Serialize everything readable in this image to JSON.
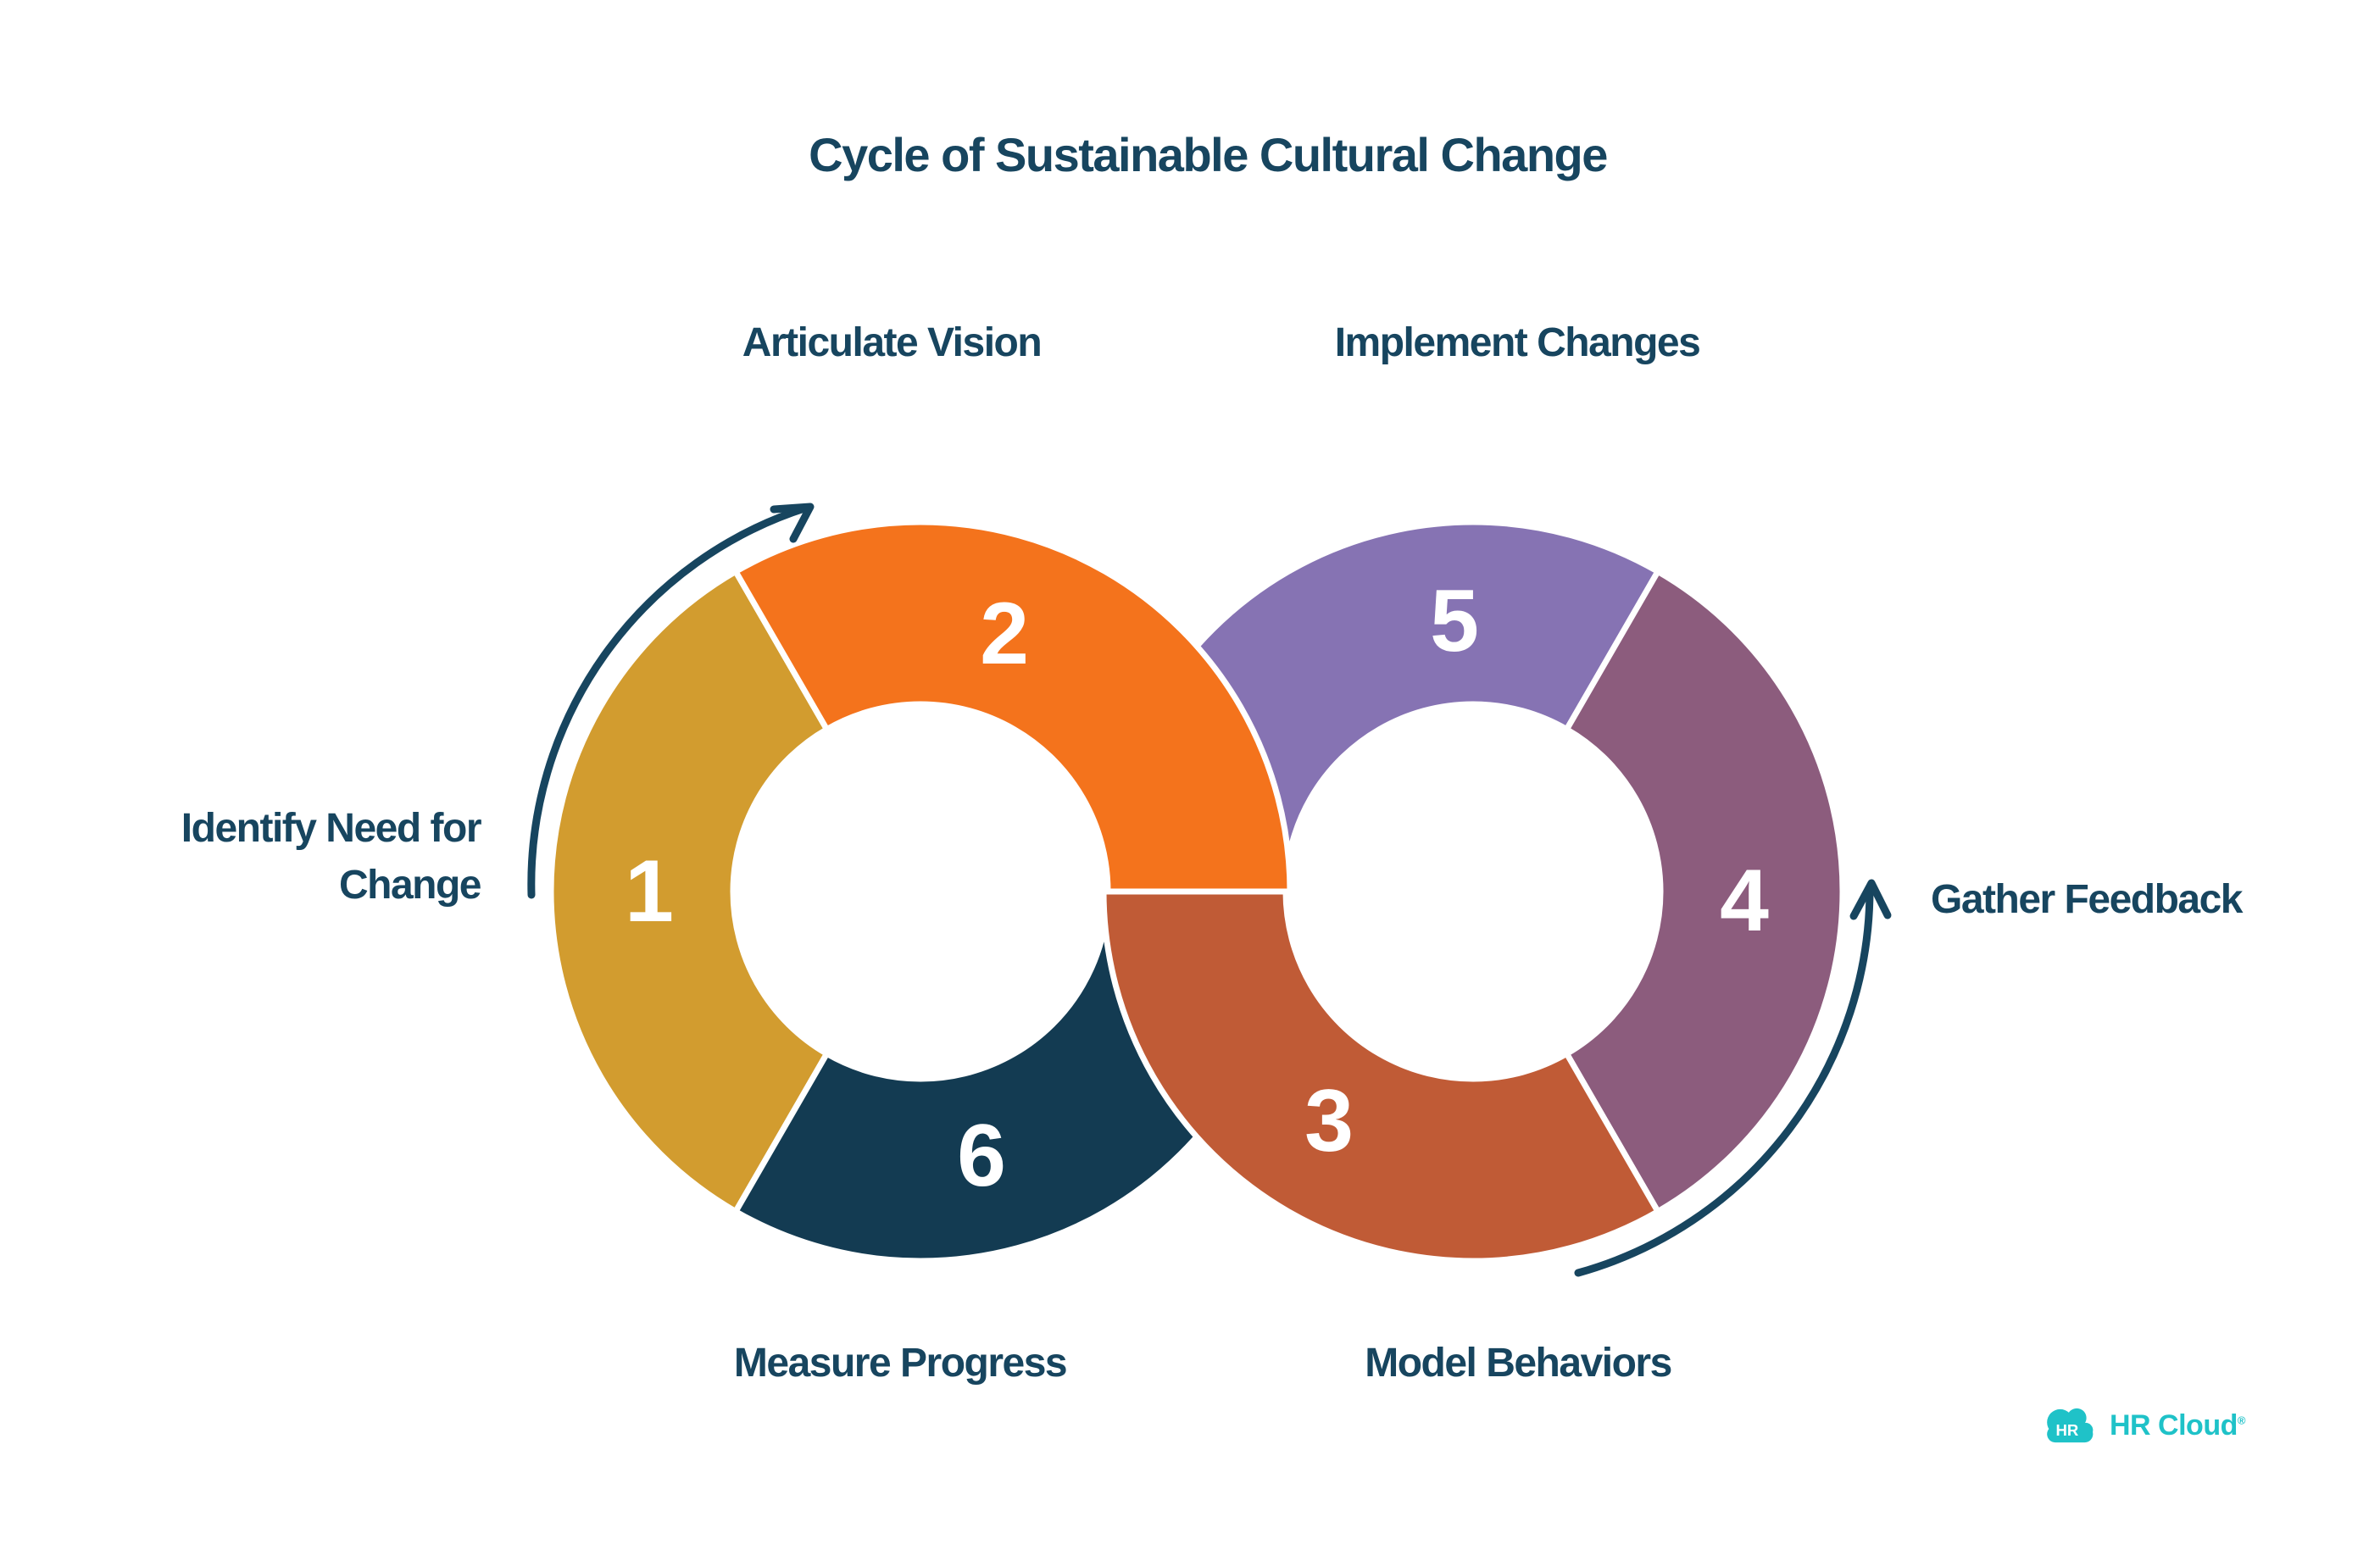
{
  "title": "Cycle of Sustainable Cultural Change",
  "steps": [
    {
      "number": "1",
      "label": "Identify Need for Change",
      "label_lines": [
        "Identify Need for",
        "Change"
      ],
      "color": "#D29C2F"
    },
    {
      "number": "2",
      "label": "Articulate Vision",
      "color": "#F4731C"
    },
    {
      "number": "3",
      "label": "Model Behaviors",
      "color": "#C05B36"
    },
    {
      "number": "4",
      "label": "Gather Feedback",
      "color": "#8C5C7D"
    },
    {
      "number": "5",
      "label": "Implement Changes",
      "color": "#8673B3"
    },
    {
      "number": "6",
      "label": "Measure Progress",
      "color": "#133B52"
    }
  ],
  "colors": {
    "heading": "#17455F",
    "arrow": "#17455F",
    "white": "#FFFFFF",
    "background": "#FFFFFF",
    "logo_teal": "#1FC2C8"
  },
  "logo": {
    "badge_text": "HR",
    "name": "HR Cloud",
    "trademark": "®"
  }
}
